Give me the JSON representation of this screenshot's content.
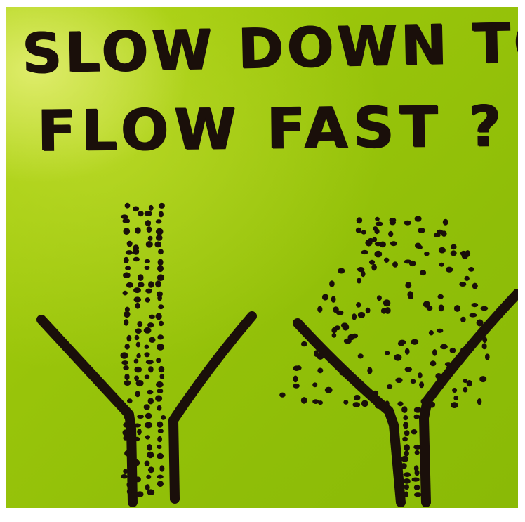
{
  "note": {
    "background_color": "#99c40a",
    "ink_color": "#1a0f0a",
    "headline": {
      "line_1": "SLOW DOWN TO",
      "line_2": "FLOW FAST ?"
    }
  },
  "illustrations": [
    {
      "name": "narrow-stream-funnel"
    },
    {
      "name": "wide-stream-funnel"
    }
  ]
}
